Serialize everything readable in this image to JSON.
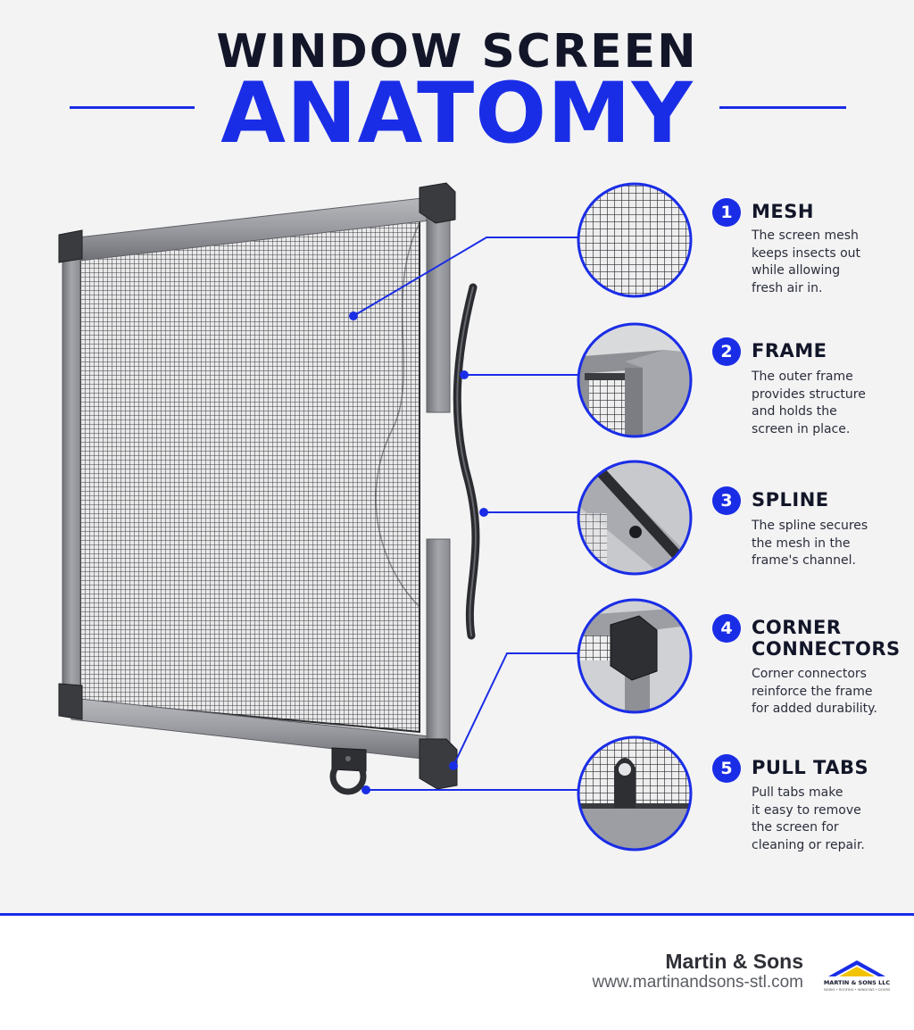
{
  "title": {
    "line1": "WINDOW SCREEN",
    "line2": "ANATOMY"
  },
  "parts": [
    {
      "number": "1",
      "name": "MESH",
      "description": [
        "The screen mesh",
        "keeps insects out",
        "while allowing",
        "fresh air in."
      ]
    },
    {
      "number": "2",
      "name": "FRAME",
      "description": [
        "The outer frame",
        "provides structure",
        "and holds the",
        "screen in place."
      ]
    },
    {
      "number": "3",
      "name": "SPLINE",
      "description": [
        "The spline secures",
        "the mesh in the",
        "frame's channel."
      ]
    },
    {
      "number": "4",
      "name": [
        "CORNER",
        "CONNECTORS"
      ],
      "description": [
        "Corner connectors",
        "reinforce the frame",
        "for added durability."
      ]
    },
    {
      "number": "5",
      "name": "PULL TABS",
      "description": [
        "Pull tabs make",
        "it easy to remove",
        "the screen for",
        "cleaning or repair."
      ]
    }
  ],
  "footer": {
    "company": "Martin & Sons",
    "website": "www.martinandsons-stl.com",
    "logo_text": "MARTIN & SONS LLC",
    "logo_tagline": "SIDING • ROOFING • WINDOWS • DOORS"
  },
  "colors": {
    "accent": "#1a2de6",
    "dark": "#121628",
    "frame": "#8e9095",
    "connector": "#3a3b3f"
  },
  "icons": [
    "mesh-detail-icon",
    "frame-detail-icon",
    "spline-detail-icon",
    "corner-connector-detail-icon",
    "pull-tab-detail-icon",
    "martin-sons-logo-icon"
  ]
}
